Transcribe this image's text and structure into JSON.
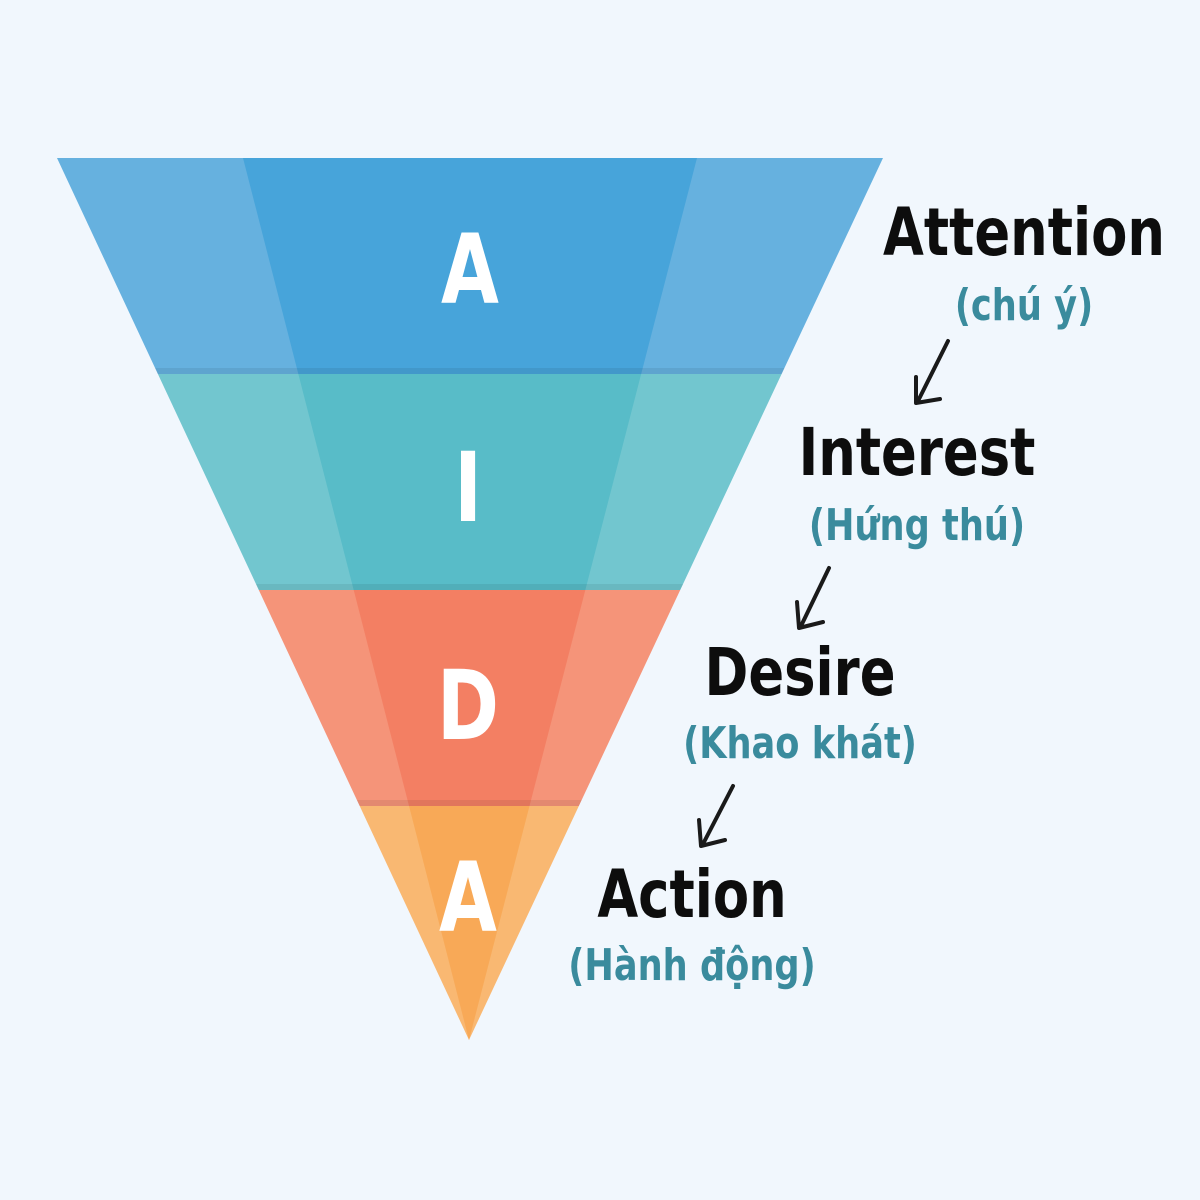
{
  "funnel": {
    "stages": [
      {
        "letter": "A",
        "term": "Attention",
        "translation": "(chú ý)",
        "color": "#47a4da",
        "edge_color": "#66b1df"
      },
      {
        "letter": "I",
        "term": "Interest",
        "translation": "(Hứng thú)",
        "color": "#58bcc8",
        "edge_color": "#72c6cf"
      },
      {
        "letter": "D",
        "term": "Desire",
        "translation": "(Khao khát)",
        "color": "#f37f63",
        "edge_color": "#f59479"
      },
      {
        "letter": "A",
        "term": "Action",
        "translation": "(Hành động)",
        "color": "#f8a957",
        "edge_color": "#f9b872"
      }
    ]
  },
  "colors": {
    "background": "#f1f7fd",
    "term_text": "#0d0d0d",
    "translation_text": "#3a8b9d",
    "letter_text": "#ffffff",
    "arrow": "#1a1a1a"
  }
}
